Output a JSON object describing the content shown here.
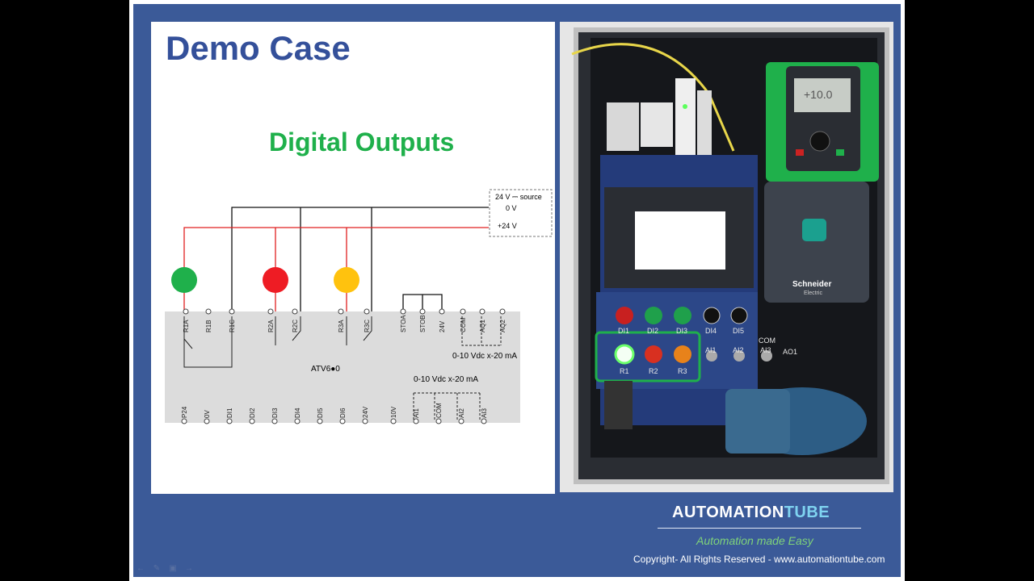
{
  "slide": {
    "title": "Demo Case",
    "subtitle": "Digital Outputs"
  },
  "diagram": {
    "source_label": "24 V ⎓ source",
    "zero_v_label": "0 V",
    "plus24_label": "+24 V",
    "lamp_colors": {
      "green": "#1fb04b",
      "red": "#ee1c24",
      "yellow": "#ffc20e"
    },
    "top_terminals": [
      "R1A",
      "R1B",
      "R1C",
      "R2A",
      "R2C",
      "R3A",
      "R3C",
      "STOA",
      "STOB",
      "24V",
      "COM",
      "AQ1",
      "AQ2"
    ],
    "output_range_top": "0-10 Vdc x-20 mA",
    "drive_model": "ATV6●0",
    "input_range_bottom": "0-10 Vdc x-20 mA",
    "bottom_terminals": [
      "P24",
      "0V",
      "DI1",
      "DI2",
      "DI3",
      "DI4",
      "DI5",
      "DI6",
      "24V",
      "10V",
      "AI1",
      "COM",
      "AI2",
      "AI3"
    ]
  },
  "photo": {
    "hmi_display": "+10.0",
    "brand_label": "Schneider",
    "brand_sublabel": "Electric",
    "panel_labels": [
      "DI1",
      "DI2",
      "DI3",
      "DI4",
      "DI5",
      "AI1",
      "AI2",
      "AI3",
      "COM",
      "AO1",
      "R1",
      "R2",
      "R3"
    ]
  },
  "footer": {
    "brand_main": "AUTOMATION",
    "brand_highlight": "TUBE",
    "tagline": "Automation made Easy",
    "copyright": "Copyright- All Rights Reserved - www.automationtube.com"
  },
  "nav_icons": [
    "prev-arrow-icon",
    "pen-icon",
    "slides-icon",
    "next-arrow-icon"
  ]
}
